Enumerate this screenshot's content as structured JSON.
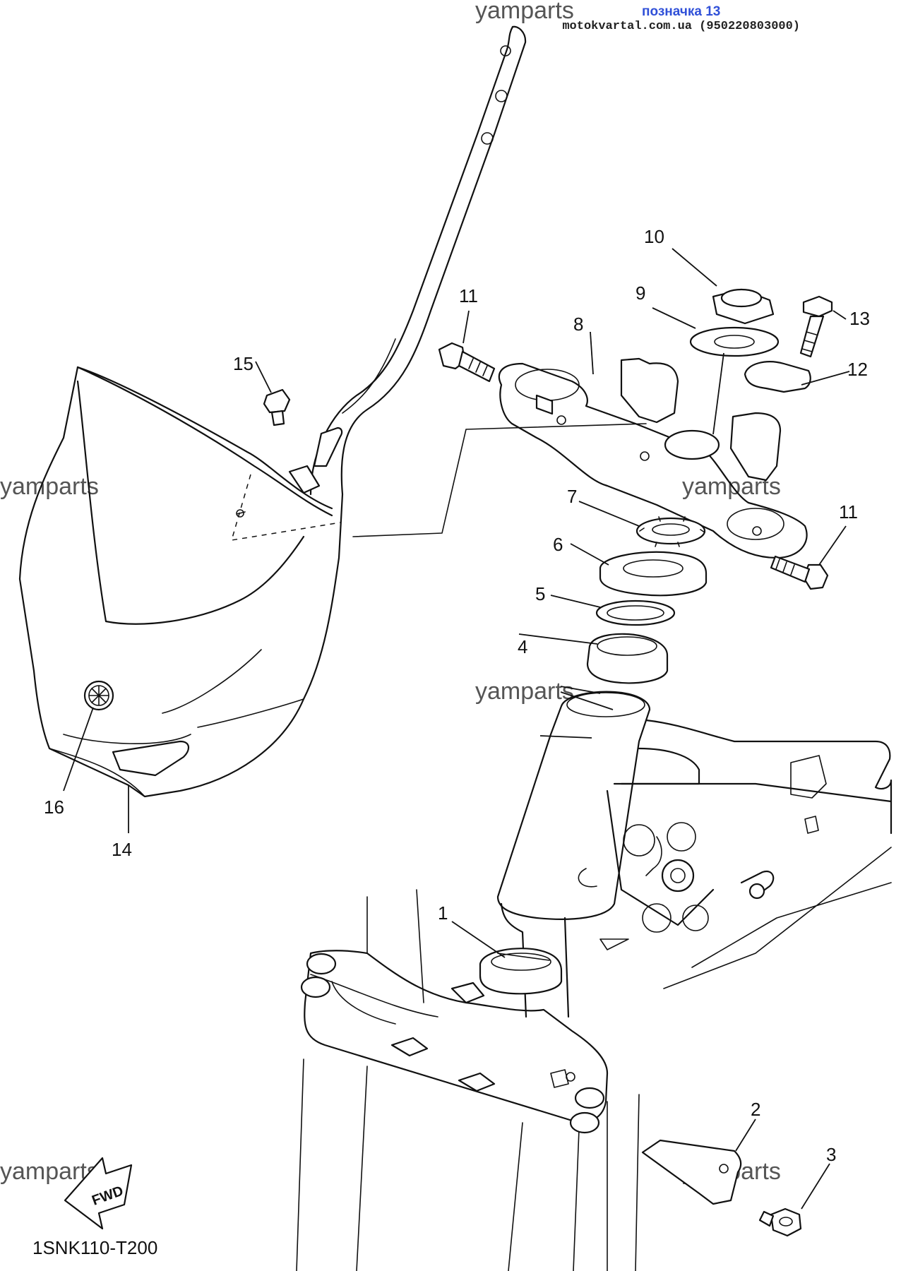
{
  "header": {
    "badge_title": "позначка 13",
    "badge_site": "motokvartal.com.ua (950220803000)"
  },
  "watermark": "yamparts",
  "diagram_code": "1SNK110-T200",
  "fwd_label": "FWD",
  "callouts": [
    "1",
    "2",
    "3",
    "4",
    "5",
    "6",
    "7",
    "8",
    "9",
    "10",
    "11",
    "11",
    "12",
    "13",
    "14",
    "15",
    "16"
  ]
}
